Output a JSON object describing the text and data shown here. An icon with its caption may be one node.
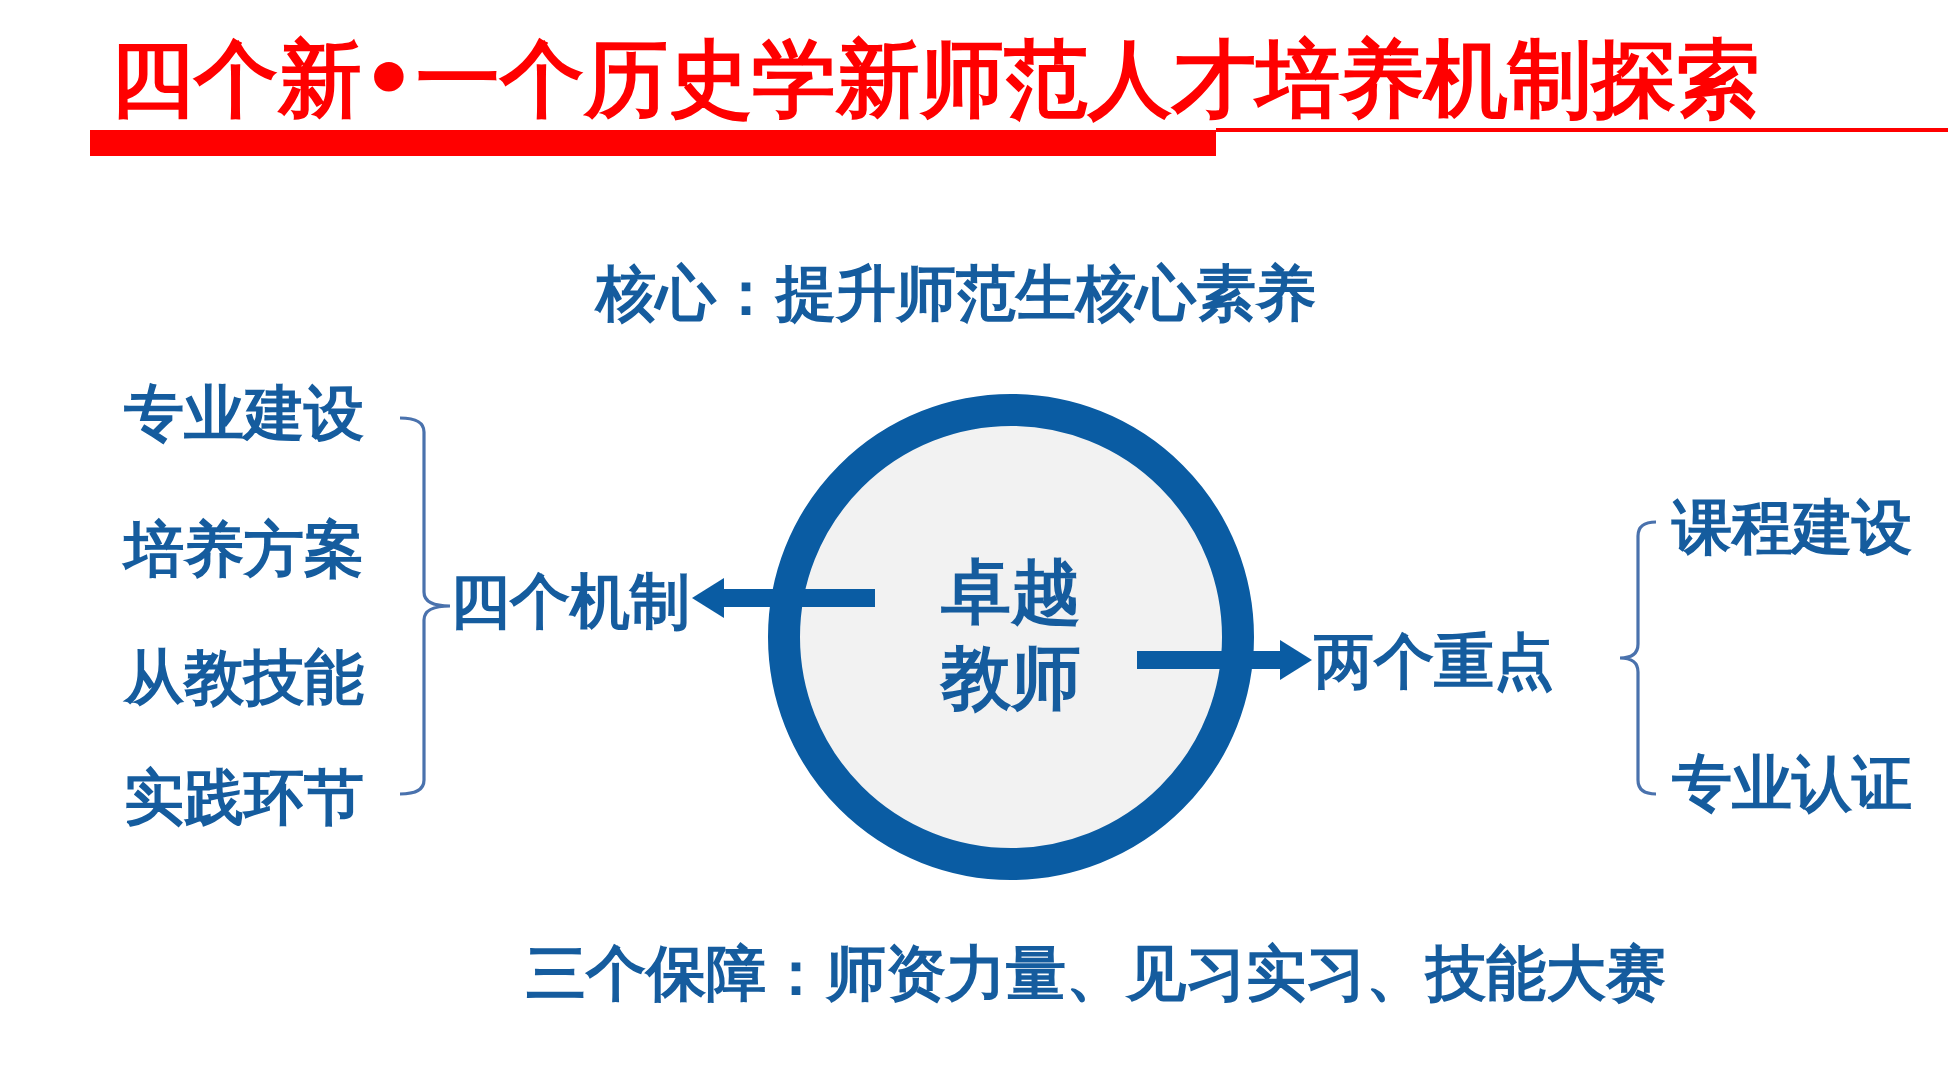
{
  "diagram": {
    "title": "四个新•一个历史学新师范人才培养机制探索",
    "nodes": [
      {
        "text": [
          "卓越教师"
        ]
      },
      {
        "text": [
          "四个机制"
        ]
      },
      {
        "text": [
          "两个重点"
        ]
      }
    ],
    "edges": [
      {
        "from": 0,
        "to": 1,
        "arrow": "to"
      },
      {
        "from": 0,
        "to": 2,
        "arrow": "to"
      }
    ],
    "labels": [
      "核心：提升师范生核心素养",
      "专业建设",
      "培养方案",
      "从教技能",
      "实践环节",
      "课程建设",
      "专业认证",
      "三个保障：师资力量、见习实习、技能大赛"
    ]
  }
}
